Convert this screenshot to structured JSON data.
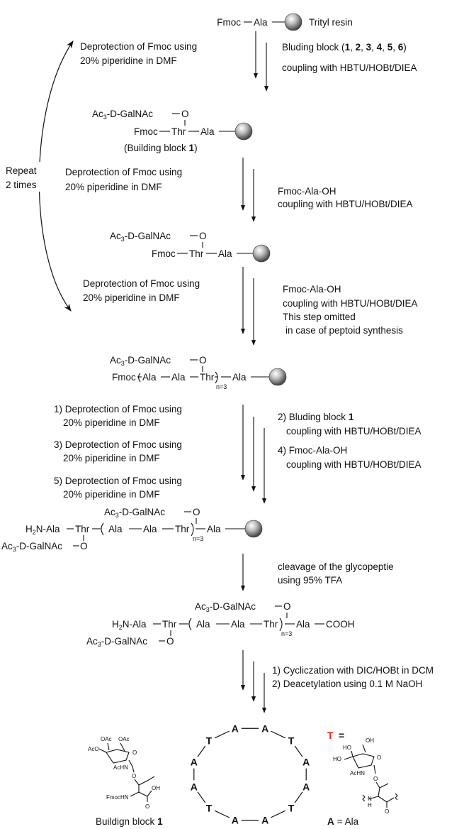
{
  "top": {
    "start_left": "Fmoc",
    "start_right": "Ala",
    "resin_label": "Trityl resin"
  },
  "step1": {
    "left_a": "Deprotection of Fmoc using",
    "left_b": "20% piperidine in DMF",
    "right_a_pre": "Bluding block (",
    "right_a_nums": [
      "1",
      "2",
      "3",
      "4",
      "5",
      "6"
    ],
    "right_a_post": ")",
    "right_b": "coupling with HBTU/HOBt/DIEA"
  },
  "repeat": {
    "line_a": "Repeat",
    "line_b": "2 times"
  },
  "intermediate1": {
    "sugar": "Ac3-D-GalNAc",
    "o": "O",
    "fmoc": "Fmoc",
    "thr": "Thr",
    "ala": "Ala",
    "note_pre": "(Building block ",
    "note_num": "1",
    "note_post": ")"
  },
  "step2": {
    "left_a": "Deprotection of Fmoc using",
    "left_b": "20% piperidine in DMF",
    "right_a": "Fmoc-Ala-OH",
    "right_b": "coupling with HBTU/HOBt/DIEA"
  },
  "intermediate2": {
    "sugar": "Ac3-D-GalNAc",
    "o": "O",
    "fmoc": "Fmoc",
    "thr": "Thr",
    "ala": "Ala"
  },
  "step3": {
    "left_a": "Deprotection of Fmoc using",
    "left_b": "20% piperidine in DMF",
    "right_a": "Fmoc-Ala-OH",
    "right_b": "coupling with HBTU/HOBt/DIEA",
    "right_c": "This step omitted",
    "right_d": "in case of peptoid synthesis"
  },
  "intermediate3": {
    "sugar": "Ac3-D-GalNAc",
    "o": "O",
    "fmoc": "Fmoc",
    "ala1": "Ala",
    "ala2": "Ala",
    "thr": "Thr",
    "n": "n=3",
    "ala3": "Ala"
  },
  "step4": {
    "l1a": "1) Deprotection of Fmoc using",
    "l1b": "20% piperidine in DMF",
    "l3a": "3) Deprotection of Fmoc using",
    "l3b": "20% piperidine in DMF",
    "l5a": "5) Deprotection of Fmoc using",
    "l5b": "20% piperidine in DMF",
    "r2a_pre": "2) Bluding block ",
    "r2a_num": "1",
    "r2b": "coupling with HBTU/HOBt/DIEA",
    "r4a": "4) Fmoc-Ala-OH",
    "r4b": "coupling with HBTU/HOBt/DIEA"
  },
  "intermediate4": {
    "sugar_top": "Ac3-D-GalNAc",
    "o_top": "O",
    "h2n": "H2N-Ala",
    "thr1": "Thr",
    "ala1": "Ala",
    "ala2": "Ala",
    "thr2": "Thr",
    "n": "n=3",
    "ala3": "Ala",
    "sugar_bot": "Ac3-D-GalNAc",
    "o_bot": "O"
  },
  "step5": {
    "line_a": "cleavage of the glycopeptie",
    "line_b": "using 95% TFA"
  },
  "product": {
    "sugar_top": "Ac3-D-GalNAc",
    "o_top": "O",
    "h2n": "H2N-Ala",
    "thr1": "Thr",
    "ala1": "Ala",
    "ala2": "Ala",
    "thr2": "Thr",
    "n": "n=3",
    "ala3": "Ala",
    "cooh": "COOH",
    "sugar_bot": "Ac3-D-GalNAc",
    "o_bot": "O"
  },
  "step6": {
    "line_a": "1) Cycliczation with DIC/HOBt in DCM",
    "line_b": "2) Deacetylation using 0.1 M NaOH"
  },
  "bottom": {
    "bb_pre": "Buildign block ",
    "bb_num": "1",
    "bb_atoms": {
      "oac1": "OAc",
      "oac2": "OAc",
      "aco": "AcO",
      "achn": "AcHN",
      "o_ring": "O",
      "o_link": "O",
      "fmochn": "FmocHN",
      "oh": "OH",
      "o_carb": "O"
    },
    "ring_letters": [
      "A",
      "A",
      "T",
      "A",
      "A",
      "T",
      "A",
      "A",
      "T",
      "A",
      "A",
      "T"
    ],
    "ring_red_color": "#e0241b",
    "t_def_letter": "T",
    "t_def_eq": "=",
    "t_atoms": {
      "ho1": "HO",
      "oh": "OH",
      "ho2": "HO",
      "achn": "AcHN",
      "o_ring": "O",
      "o_link": "O",
      "nh": "N",
      "h": "H",
      "o_carb": "O"
    },
    "a_def_letter": "A",
    "a_def_rest": "= Ala"
  }
}
